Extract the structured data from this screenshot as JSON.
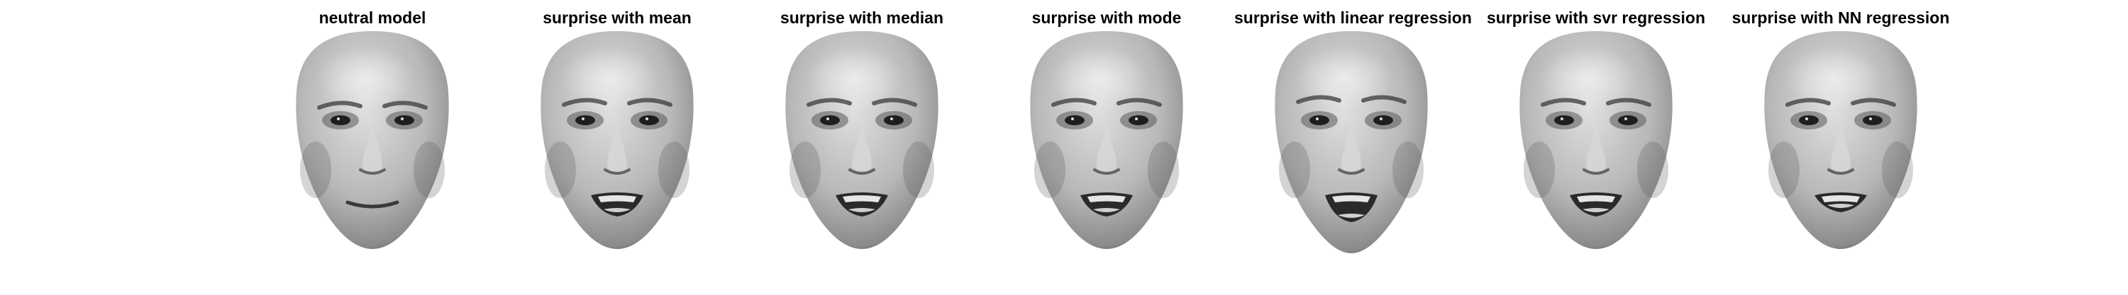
{
  "panels": [
    {
      "title": "neutral model",
      "expression": "neutral"
    },
    {
      "title": "surprise with mean",
      "expression": "surprise"
    },
    {
      "title": "surprise with median",
      "expression": "surprise"
    },
    {
      "title": "surprise with mode",
      "expression": "surprise"
    },
    {
      "title": "surprise with linear regression",
      "expression": "surprise-strong"
    },
    {
      "title": "surprise with svr regression",
      "expression": "surprise"
    },
    {
      "title": "surprise with NN regression",
      "expression": "surprise-mild"
    }
  ],
  "colors": {
    "background": "#ffffff",
    "title": "#000000",
    "face_light": "#e0e0e0",
    "face_mid": "#8a8a8a",
    "face_dark": "#2a2a2a"
  }
}
